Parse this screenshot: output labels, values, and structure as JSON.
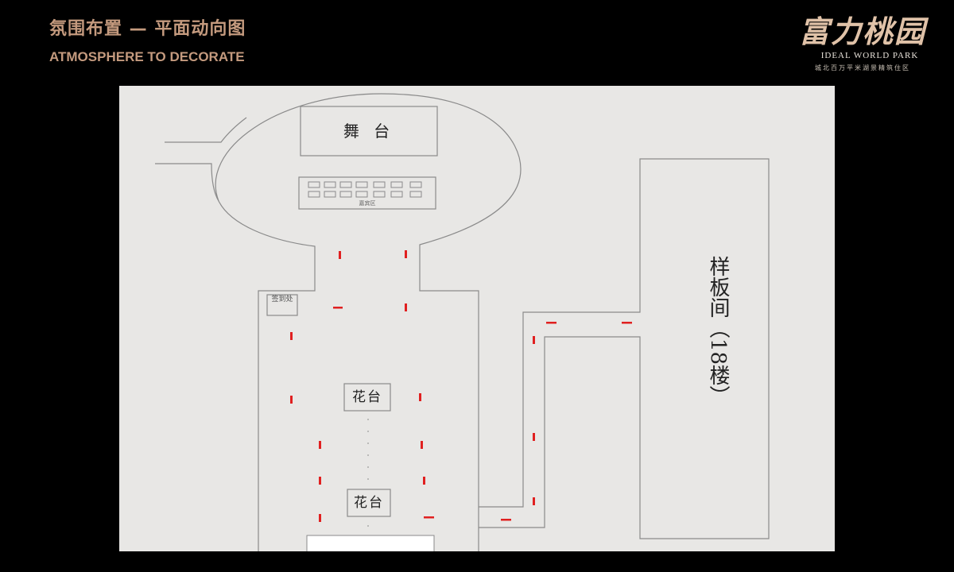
{
  "header": {
    "title_cn": "氛围布置 — 平面动向图",
    "title_en": "ATMOSPHERE TO DECORATE"
  },
  "logo": {
    "name_cn": "富力桃园",
    "name_en": "IDEAL WORLD PARK",
    "tagline": "城北百万平米湖景精筑住区"
  },
  "colors": {
    "background": "#000000",
    "title": "#c49a7e",
    "panel": "#e8e7e5",
    "line": "#8a8a8a",
    "arrow": "#e02020"
  },
  "floorplan": {
    "stage": "舞 台",
    "vip_area": "嘉宾区",
    "vip_seats": {
      "rows": 2,
      "cols": 7
    },
    "sign_in": "签到处",
    "flower_bed_1": "花台",
    "flower_bed_2": "花台",
    "model_room": "样板间（18楼）"
  }
}
